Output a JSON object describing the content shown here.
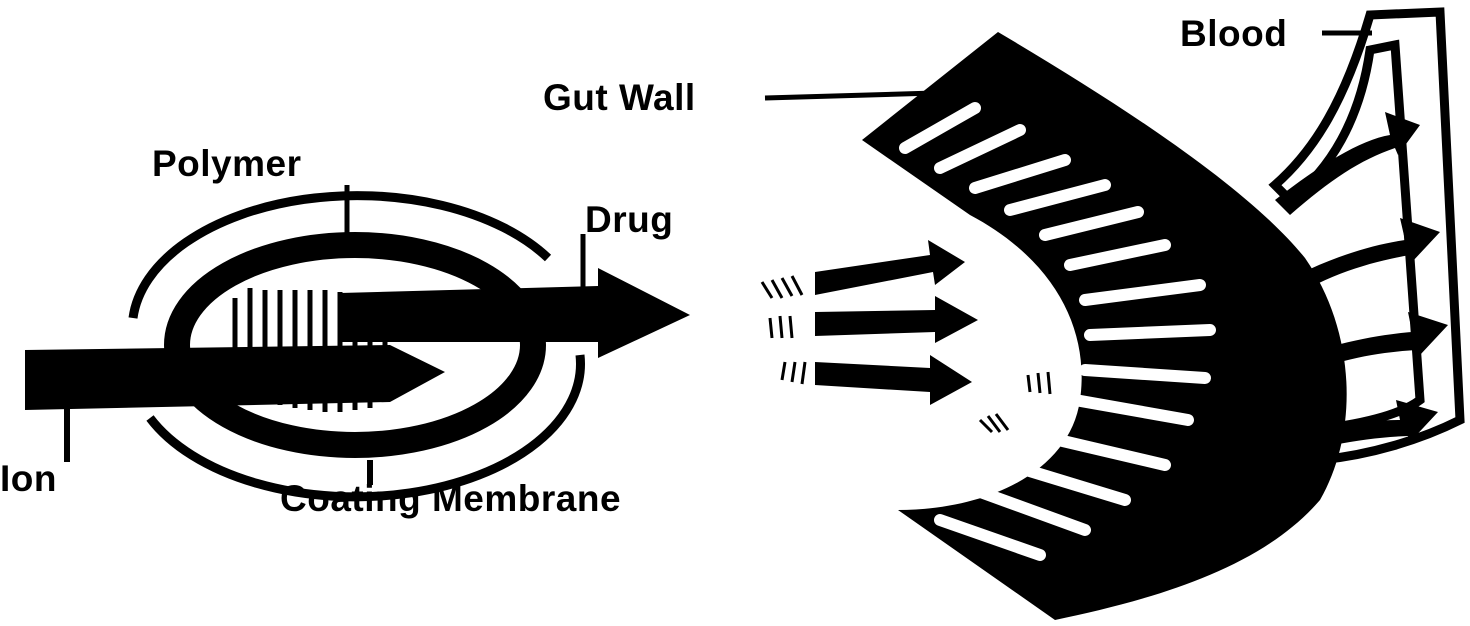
{
  "labels": {
    "blood": "Blood",
    "gut_wall": "Gut Wall",
    "polymer": "Polymer",
    "drug": "Drug",
    "ion": "Ion",
    "coating_membrane": "Coating Membrane"
  },
  "colors": {
    "ink": "#000000",
    "paper": "#ffffff"
  }
}
